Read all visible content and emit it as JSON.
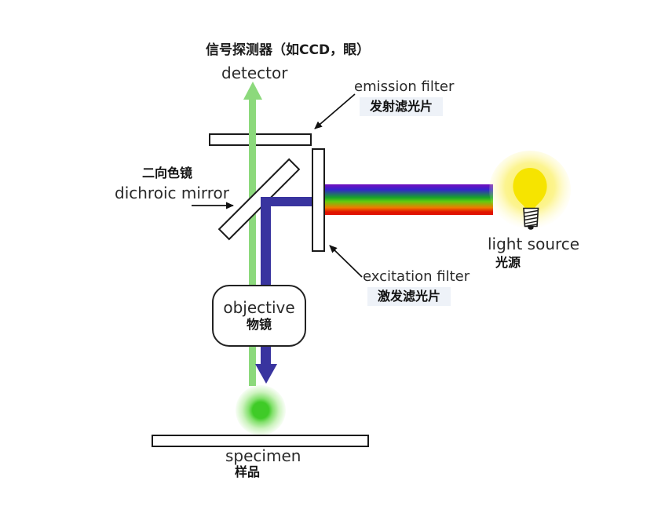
{
  "diagram": {
    "title_zh": "信号探测器（如CCD，眼）",
    "labels": {
      "detector_en": "detector",
      "emission_filter_en": "emission filter",
      "emission_filter_zh": "发射滤光片",
      "dichroic_mirror_zh": "二向色镜",
      "dichroic_mirror_en": "dichroic mirror",
      "excitation_filter_en": "excitation filter",
      "excitation_filter_zh": "激发滤光片",
      "light_source_en": "light source",
      "light_source_zh": "光源",
      "objective_en": "objective",
      "objective_zh": "物镜",
      "specimen_en": "specimen",
      "specimen_zh": "样品"
    },
    "colors": {
      "emission_beam_green": "#8cd97c",
      "excitation_beam_blue": "#39349f",
      "specimen_glow_green": "#3fcb27",
      "bulb_yellow": "#f6e400",
      "bulb_glow_yellow": "#fbf06a",
      "label_highlight_bg": "#eef2f8",
      "outline_black": "#1a1a1a",
      "rainbow": [
        "#6a11c0",
        "#3424cc",
        "#17a32a",
        "#63cc0e",
        "#ef7d00",
        "#e01400"
      ]
    }
  }
}
